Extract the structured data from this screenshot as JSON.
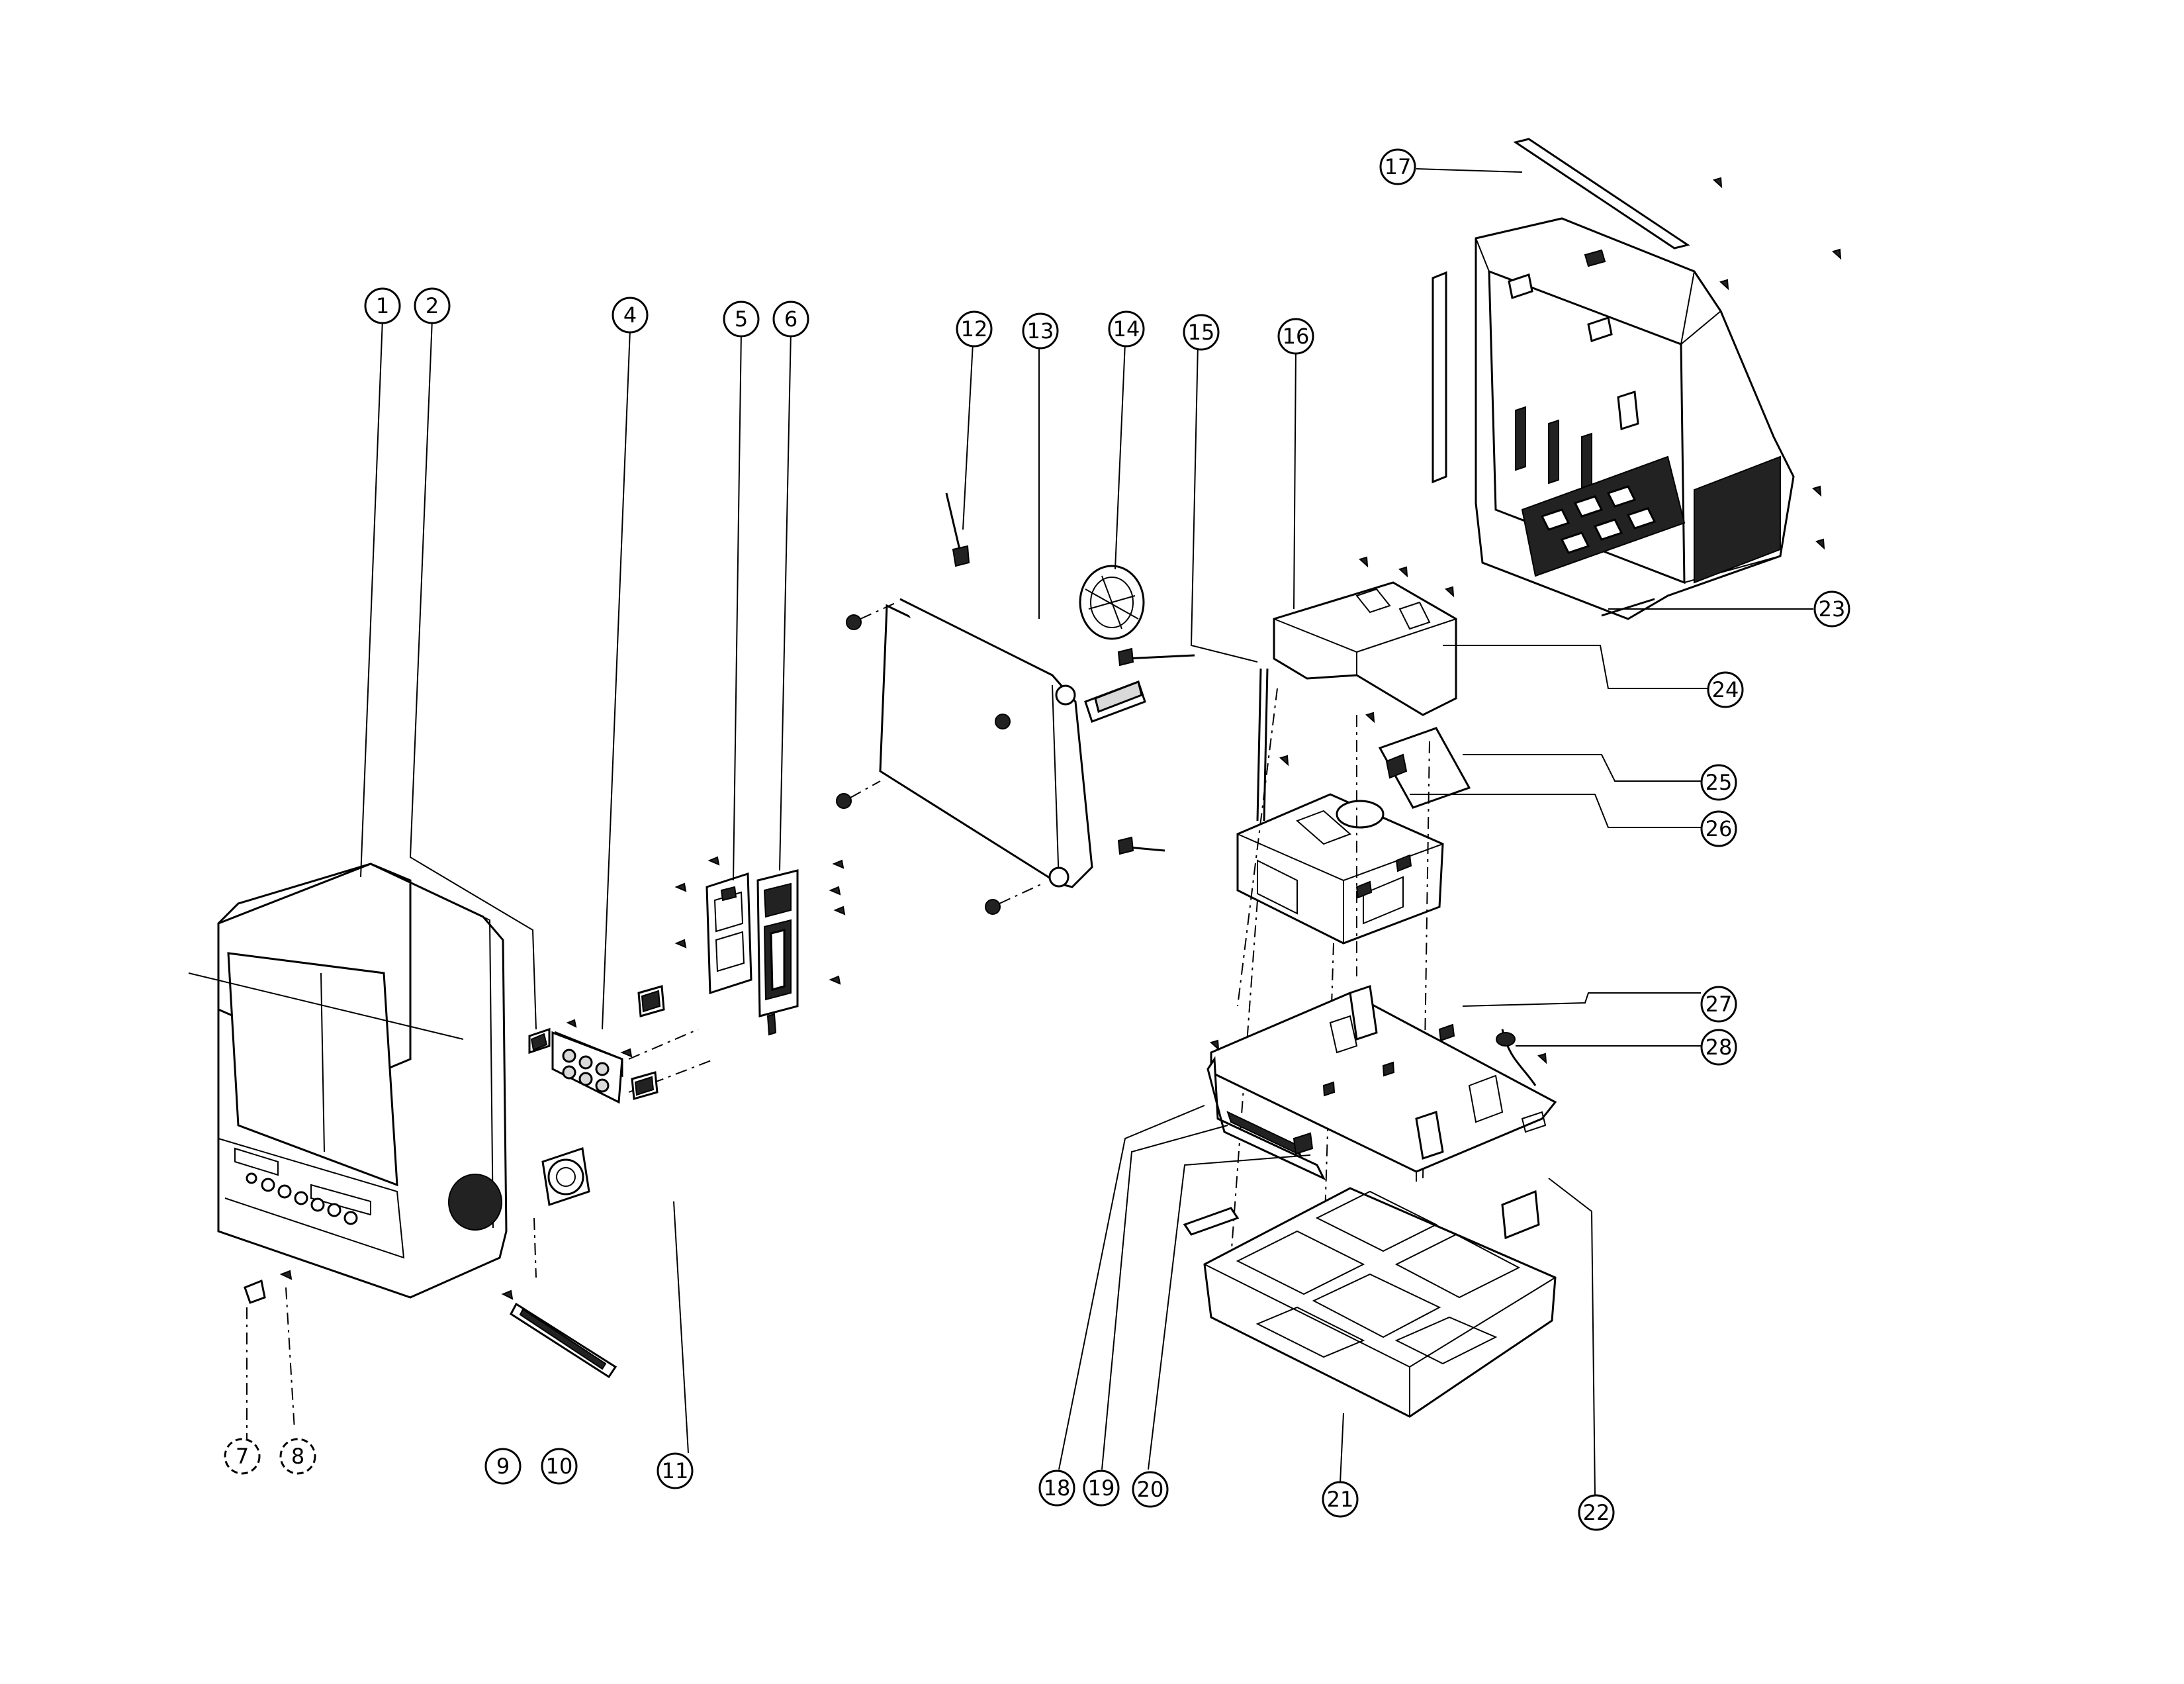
{
  "callouts": [
    {
      "id": "1",
      "label": "1"
    },
    {
      "id": "2",
      "label": "2"
    },
    {
      "id": "4",
      "label": "4"
    },
    {
      "id": "5",
      "label": "5"
    },
    {
      "id": "6",
      "label": "6"
    },
    {
      "id": "7",
      "label": "7"
    },
    {
      "id": "8",
      "label": "8"
    },
    {
      "id": "9",
      "label": "9"
    },
    {
      "id": "10",
      "label": "10"
    },
    {
      "id": "11",
      "label": "11"
    },
    {
      "id": "12",
      "label": "12"
    },
    {
      "id": "13",
      "label": "13"
    },
    {
      "id": "14",
      "label": "14"
    },
    {
      "id": "15",
      "label": "15"
    },
    {
      "id": "16",
      "label": "16"
    },
    {
      "id": "17",
      "label": "17"
    },
    {
      "id": "18",
      "label": "18"
    },
    {
      "id": "19",
      "label": "19"
    },
    {
      "id": "20",
      "label": "20"
    },
    {
      "id": "21",
      "label": "21"
    },
    {
      "id": "22",
      "label": "22"
    },
    {
      "id": "23",
      "label": "23"
    },
    {
      "id": "24",
      "label": "24"
    },
    {
      "id": "25",
      "label": "25"
    },
    {
      "id": "26",
      "label": "26"
    },
    {
      "id": "27",
      "label": "27"
    },
    {
      "id": "28",
      "label": "28"
    }
  ]
}
